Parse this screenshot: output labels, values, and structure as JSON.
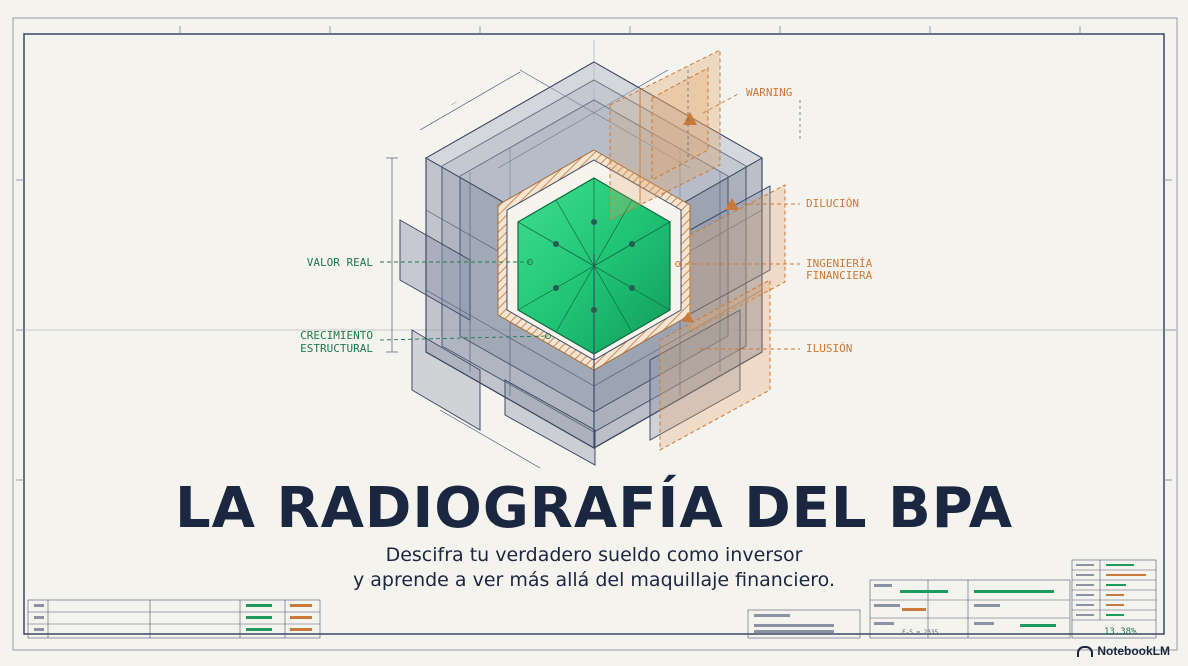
{
  "title": "LA RADIOGRAFÍA DEL BPA",
  "subtitle_lines": [
    "Descifra tu verdadero sueldo como inversor",
    "y aprende a ver más allá del maquillaje financiero."
  ],
  "labels": {
    "warning": "WARNING",
    "dilucion": "DILUCIÓN",
    "ingenieria_1": "INGENIERÍA",
    "ingenieria_2": "FINANCIERA",
    "ilusion": "ILUSIÓN",
    "valor_real": "VALOR REAL",
    "crecimiento_1": "CRECIMIENTO",
    "crecimiento_2": "ESTRUCTURAL"
  },
  "colors": {
    "core_green": "#1fc173",
    "warning_orange": "#c97a3a",
    "label_green": "#1f7a4e",
    "navy": "#1b2640",
    "frame": "#2b3a5c"
  },
  "title_block": {
    "percent": "13.38%",
    "formula": "F-S = 2335"
  },
  "brand": "NotebookLM"
}
